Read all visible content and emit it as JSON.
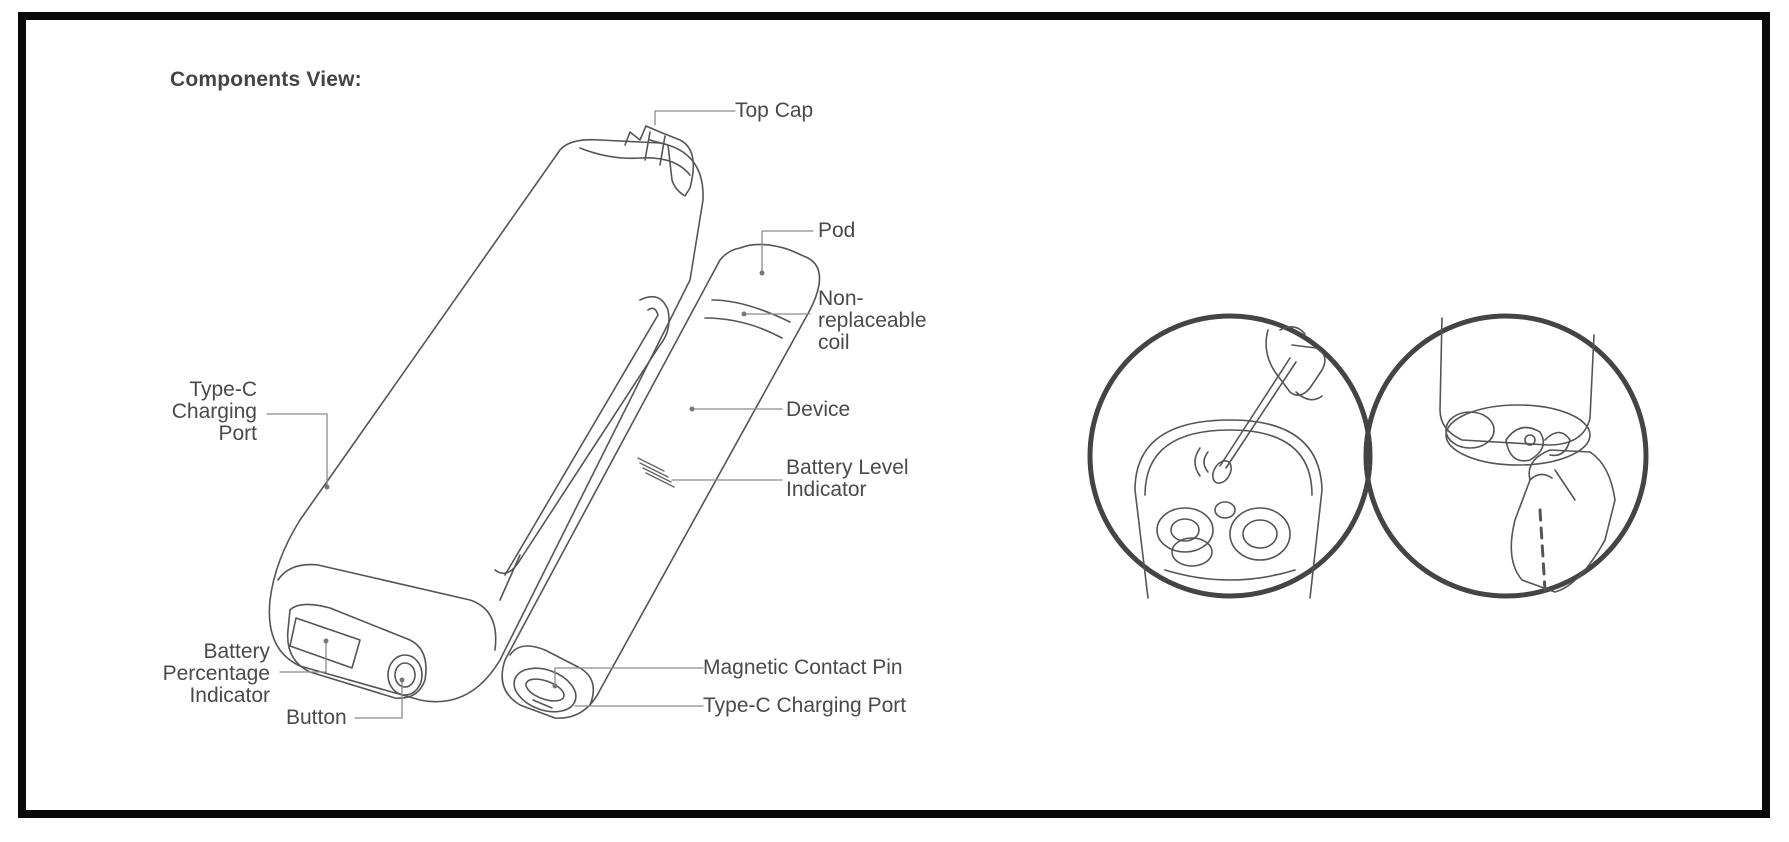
{
  "heading": "Components View:",
  "labels": {
    "top_cap": "Top Cap",
    "pod": "Pod",
    "coil": [
      "Non-",
      "replaceable",
      "coil"
    ],
    "device": "Device",
    "battery_level": [
      "Battery Level",
      "Indicator"
    ],
    "type_c_left": [
      "Type-C",
      "Charging",
      "Port"
    ],
    "battery_pct": [
      "Battery",
      "Percentage",
      "Indicator"
    ],
    "button": "Button",
    "magnetic_pin": "Magnetic Contact Pin",
    "type_c_bottom": "Type-C Charging Port"
  },
  "colors": {
    "line": "#555555",
    "leader": "#8a8a8a",
    "frame": "#0a0a0a",
    "circle": "#444444"
  }
}
